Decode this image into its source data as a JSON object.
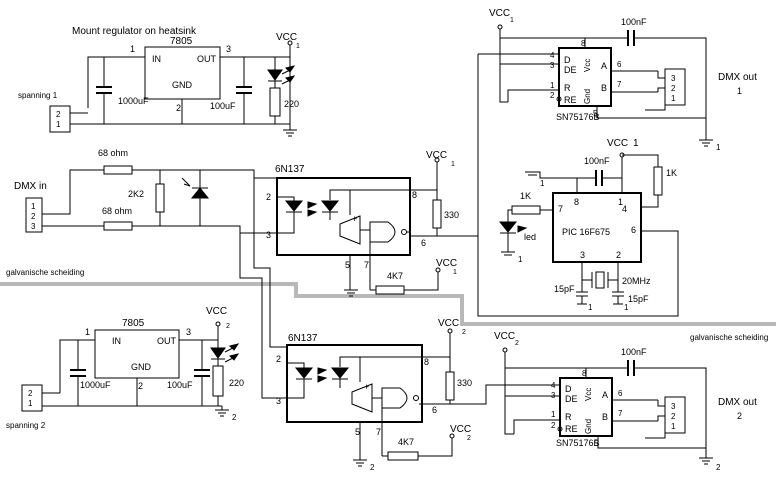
{
  "title": "Mount regulator on heatsink",
  "top_supply": {
    "reg": "7805",
    "in": "IN",
    "out": "OUT",
    "gnd": "GND",
    "pin1": "1",
    "pin2": "2",
    "pin3": "3",
    "c1": "1000uF",
    "c2": "100uF",
    "r": "220",
    "vcc": "VCC",
    "vcc_n": "1",
    "conn_a": "2",
    "conn_b": "1",
    "label": "spanning 1"
  },
  "bottom_supply": {
    "reg": "7805",
    "in": "IN",
    "out": "OUT",
    "gnd": "GND",
    "pin1": "1",
    "pin2": "2",
    "pin3": "3",
    "c1": "1000uF",
    "c2": "100uF",
    "r": "220",
    "vcc": "VCC",
    "vcc_n": "2",
    "conn_a": "2",
    "conn_b": "1",
    "label": "spanning 2"
  },
  "dmx_in": {
    "label": "DMX in",
    "pins": [
      "1",
      "2",
      "3"
    ],
    "r1": "68 ohm",
    "r2": "68 ohm",
    "r3": "2K2"
  },
  "isolation_label": "galvanische scheiding",
  "opto_top": {
    "part": "6N137",
    "p2": "2",
    "p3": "3",
    "p5": "5",
    "p6": "6",
    "p7": "7",
    "p8": "8",
    "r_pull": "330",
    "r_en": "4K7",
    "vcc": "VCC",
    "vcc_n": "1",
    "vcc2_n": "1"
  },
  "opto_bot": {
    "part": "6N137",
    "p2": "2",
    "p3": "3",
    "p5": "5",
    "p6": "6",
    "p7": "7",
    "p8": "8",
    "r_pull": "330",
    "r_en": "4K7",
    "vcc": "VCC",
    "vcc_n": "2",
    "vcc2_n": "2"
  },
  "pic": {
    "part": "PIC 16F675",
    "vcc": "VCC",
    "vcc_n": "1",
    "cap": "100nF",
    "p1": "1",
    "p2": "2",
    "p3": "3",
    "p4": "4",
    "p6": "6",
    "p7": "7",
    "p8": "8",
    "r_led": "1K",
    "led": "led",
    "r_pull": "1K",
    "xtal": "20MHz",
    "c1": "15pF",
    "c2": "15pF",
    "gnd_n": "1"
  },
  "driver_top": {
    "part": "SN75176B",
    "vcc": "VCC",
    "vcc_n": "1",
    "cap": "100nF",
    "d": "D",
    "de": "DE",
    "r": "R",
    "re": "RE",
    "vcc_pin": "Vcc",
    "gnd_pin": "Gnd",
    "a": "A",
    "b": "B",
    "p1": "1",
    "p2": "2",
    "p3": "3",
    "p4": "4",
    "p5": "5",
    "p6": "6",
    "p7": "7",
    "p8": "8",
    "conn": [
      "3",
      "2",
      "1"
    ],
    "out_label": "DMX out",
    "out_n": "1"
  },
  "driver_bot": {
    "part": "SN75176B",
    "vcc": "VCC",
    "vcc_n": "2",
    "cap": "100nF",
    "d": "D",
    "de": "DE",
    "r": "R",
    "re": "RE",
    "vcc_pin": "Vcc",
    "gnd_pin": "Gnd",
    "a": "A",
    "b": "B",
    "p1": "1",
    "p2": "2",
    "p3": "3",
    "p4": "4",
    "p5": "5",
    "p6": "6",
    "p7": "7",
    "p8": "8",
    "conn": [
      "3",
      "2",
      "1"
    ],
    "out_label": "DMX out",
    "out_n": "2"
  }
}
